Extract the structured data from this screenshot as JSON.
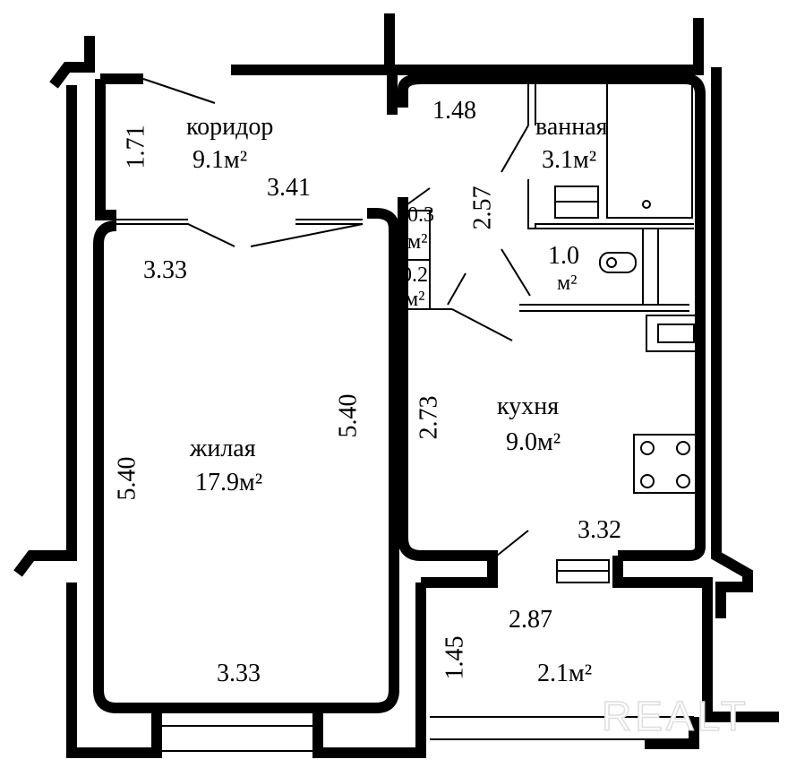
{
  "rooms": {
    "corridor": {
      "name": "коридор",
      "area": "9.1м²"
    },
    "bathroom": {
      "name": "ванная",
      "area": "3.1м²"
    },
    "toilet": {
      "area": "1.0",
      "unit": "м²"
    },
    "closet1": {
      "area": "0.3",
      "unit": "м²"
    },
    "closet2": {
      "area": "0.2",
      "unit": "м²"
    },
    "kitchen": {
      "name": "кухня",
      "area": "9.0м²"
    },
    "living": {
      "name": "жилая",
      "area": "17.9м²"
    },
    "balcony": {
      "area": "2.1м²"
    }
  },
  "dimensions": {
    "corridor_height": "1.71",
    "corridor_width": "3.41",
    "hall_top": "1.48",
    "bath_side": "2.57",
    "living_top": "3.33",
    "living_left": "5.40",
    "living_right": "5.40",
    "living_bottom": "3.33",
    "kitchen_left": "2.73",
    "kitchen_bottom": "3.32",
    "balcony_width": "2.87",
    "balcony_depth": "1.45"
  },
  "watermark": "REALT"
}
